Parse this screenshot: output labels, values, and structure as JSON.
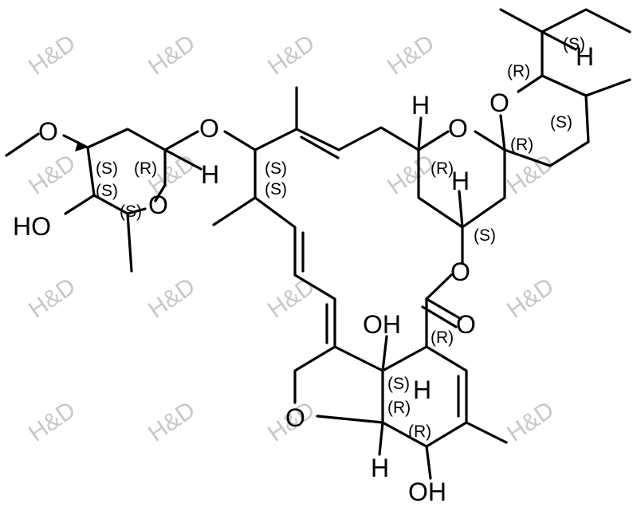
{
  "watermark": "H&D",
  "atom_labels": {
    "methoxy_o": "O",
    "glycoside_o": "O",
    "sugar_ring_o": "O",
    "sugar_h": "H",
    "sugar_oh": "HO",
    "spiro_ring_o_top": "O",
    "spiro_ring_o_mid": "O",
    "ring_h_top": "H",
    "ring_h_mid": "H",
    "side_chain_h": "H",
    "ester_o": "O",
    "carbonyl_o": "O",
    "hydroxyl_oh": "OH",
    "furan_o": "O",
    "bridge_h": "H",
    "lower_h": "H",
    "bottom_oh": "OH"
  },
  "stereo_labels": {
    "sugar_s1": "(S)",
    "sugar_r1": "(R)",
    "sugar_s2": "(S)",
    "sugar_s3": "(S)",
    "chain_s1": "(S)",
    "chain_s2": "(S)",
    "spiro_r1": "(R)",
    "side_s1": "(S)",
    "spiro_s2": "(S)",
    "spiro_r2": "(R)",
    "ring_r3": "(R)",
    "ring_s4": "(S)",
    "core_r1": "(R)",
    "core_s1": "(S)",
    "core_r2": "(R)",
    "core_r3": "(R)"
  }
}
